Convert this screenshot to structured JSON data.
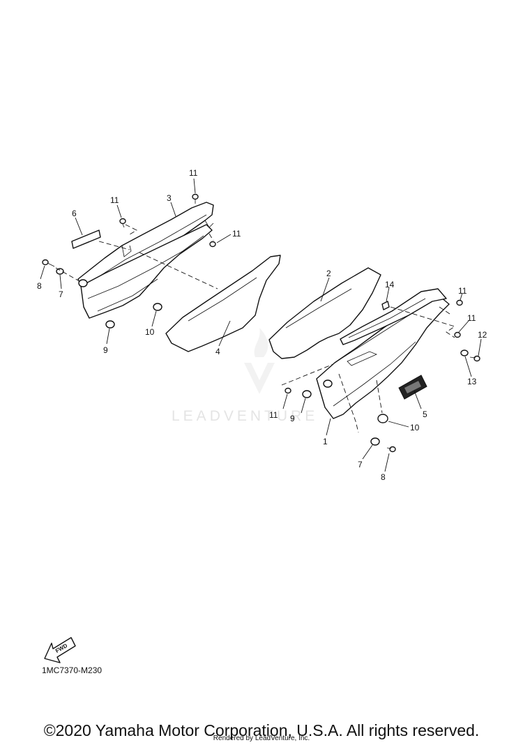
{
  "diagram": {
    "code": "1MC7370-M230",
    "fwd_label": "FWD",
    "watermark": "LEADVENTURE",
    "copyright": "©2020 Yamaha Motor Corporation, U.S.A. All rights reserved.",
    "rendered_by": "Rendered by LeadVenture, Inc."
  },
  "callouts": [
    {
      "id": "c11a",
      "label": "11"
    },
    {
      "id": "c3",
      "label": "3"
    },
    {
      "id": "c11b",
      "label": "11"
    },
    {
      "id": "c6",
      "label": "6"
    },
    {
      "id": "c11c",
      "label": "11"
    },
    {
      "id": "c8a",
      "label": "8"
    },
    {
      "id": "c7a",
      "label": "7"
    },
    {
      "id": "c10a",
      "label": "10"
    },
    {
      "id": "c9a",
      "label": "9"
    },
    {
      "id": "c4",
      "label": "4"
    },
    {
      "id": "c2",
      "label": "2"
    },
    {
      "id": "c14",
      "label": "14"
    },
    {
      "id": "c11d",
      "label": "11"
    },
    {
      "id": "c11e",
      "label": "11"
    },
    {
      "id": "c12",
      "label": "12"
    },
    {
      "id": "c13",
      "label": "13"
    },
    {
      "id": "c11f",
      "label": "11"
    },
    {
      "id": "c9b",
      "label": "9"
    },
    {
      "id": "c1",
      "label": "1"
    },
    {
      "id": "c5",
      "label": "5"
    },
    {
      "id": "c10b",
      "label": "10"
    },
    {
      "id": "c7b",
      "label": "7"
    },
    {
      "id": "c8b",
      "label": "8"
    }
  ]
}
